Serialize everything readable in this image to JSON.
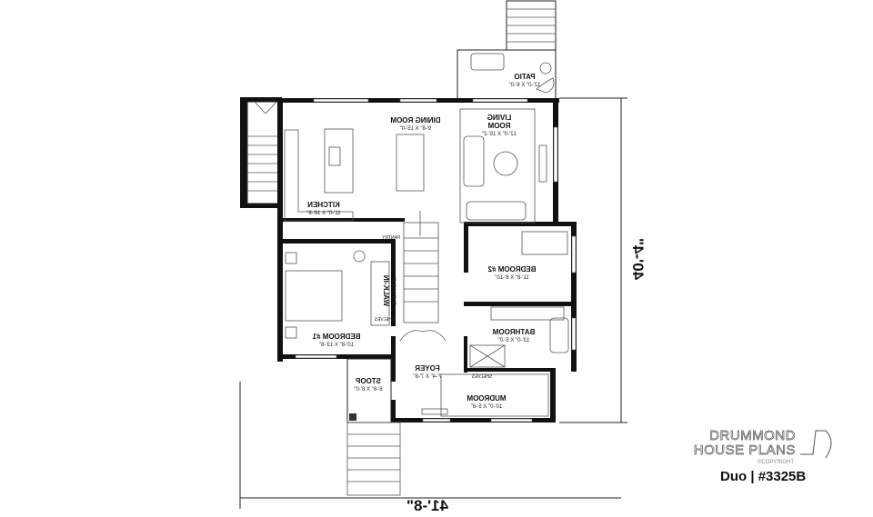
{
  "rooms": {
    "patio": {
      "name": "PATIO",
      "dims": "12'-0\" X 6'-0\""
    },
    "living": {
      "name1": "LIVING",
      "name2": "ROOM",
      "dims": "12'-0\" X 15'-2\""
    },
    "dining": {
      "name": "DINING ROOM",
      "dims": "9'-8\" X 15'-0\""
    },
    "kitchen": {
      "name": "KITCHEN",
      "dims": "11'-0\" X 16'-8\""
    },
    "pantry": {
      "name": "PANTRY"
    },
    "bedroom2": {
      "name": "BEDROOM #2",
      "dims": "11'-8\" X 8'-10\""
    },
    "walkin": {
      "name": "WALK-IN",
      "dims": "5'-8\" X 3'-2\""
    },
    "shelves1": {
      "name": "SHELVES"
    },
    "bedroom1": {
      "name": "BEDROOM #1",
      "dims": "10'-8\" X 13'-8\""
    },
    "bathroom": {
      "name": "BATHROOM",
      "dims": "13'-0\" X 5'-0\""
    },
    "foyer": {
      "name": "FOYER",
      "dims": "7'-4\" X 7'-8\""
    },
    "shelves2": {
      "name": "SHELVES"
    },
    "stoop": {
      "name": "STOOP",
      "dims": "6'-6\" X 8'-0\""
    },
    "mudroom": {
      "name": "MUDROOM",
      "dims": "10'-0\" X 5'-8\""
    }
  },
  "dimensions": {
    "width": "41'-8\"",
    "depth": "40'-4\""
  },
  "logo": {
    "line1": "DRUMMOND",
    "line2": "HOUSE PLANS",
    "copyright": "©COPYRIGHT"
  },
  "plan_title": "Duo | #3325B",
  "orientation": "mirrored"
}
